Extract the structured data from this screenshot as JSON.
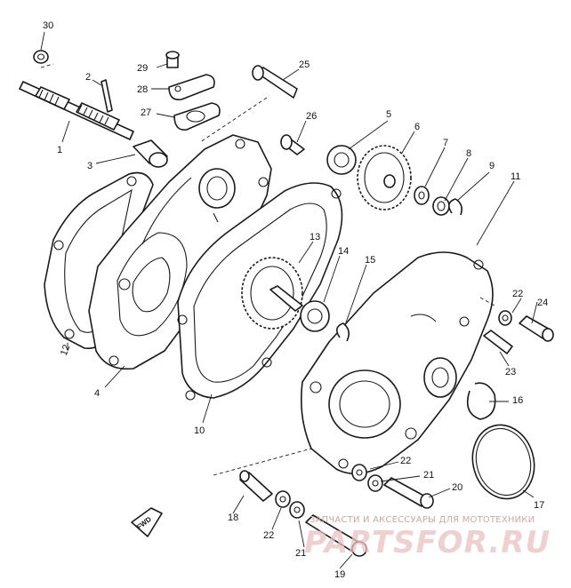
{
  "labels": {
    "p1": "1",
    "p2": "2",
    "p3": "3",
    "p4": "4",
    "p5": "5",
    "p6": "6",
    "p7": "7",
    "p8": "8",
    "p9": "9",
    "p10": "10",
    "p11": "11",
    "p12": "12",
    "p13": "13",
    "p14": "14",
    "p15": "15",
    "p16": "16",
    "p17": "17",
    "p18": "18",
    "p19": "19",
    "p20": "20",
    "p21a": "21",
    "p21b": "21",
    "p22a": "22",
    "p22b": "22",
    "p22c": "22",
    "p23": "23",
    "p24": "24",
    "p25": "25",
    "p26": "26",
    "p27": "27",
    "p28": "28",
    "p29": "29",
    "p30": "30"
  },
  "front_mark": "FWD",
  "watermark": {
    "text": "ЗАПЧАСТИ И АКСЕССУАРЫ ДЛЯ МОТОТЕХНИКИ",
    "logo": "PARTSFOR.RU"
  },
  "colors": {
    "line": "#1a1a1a",
    "watermark": "#c9a9a9"
  }
}
